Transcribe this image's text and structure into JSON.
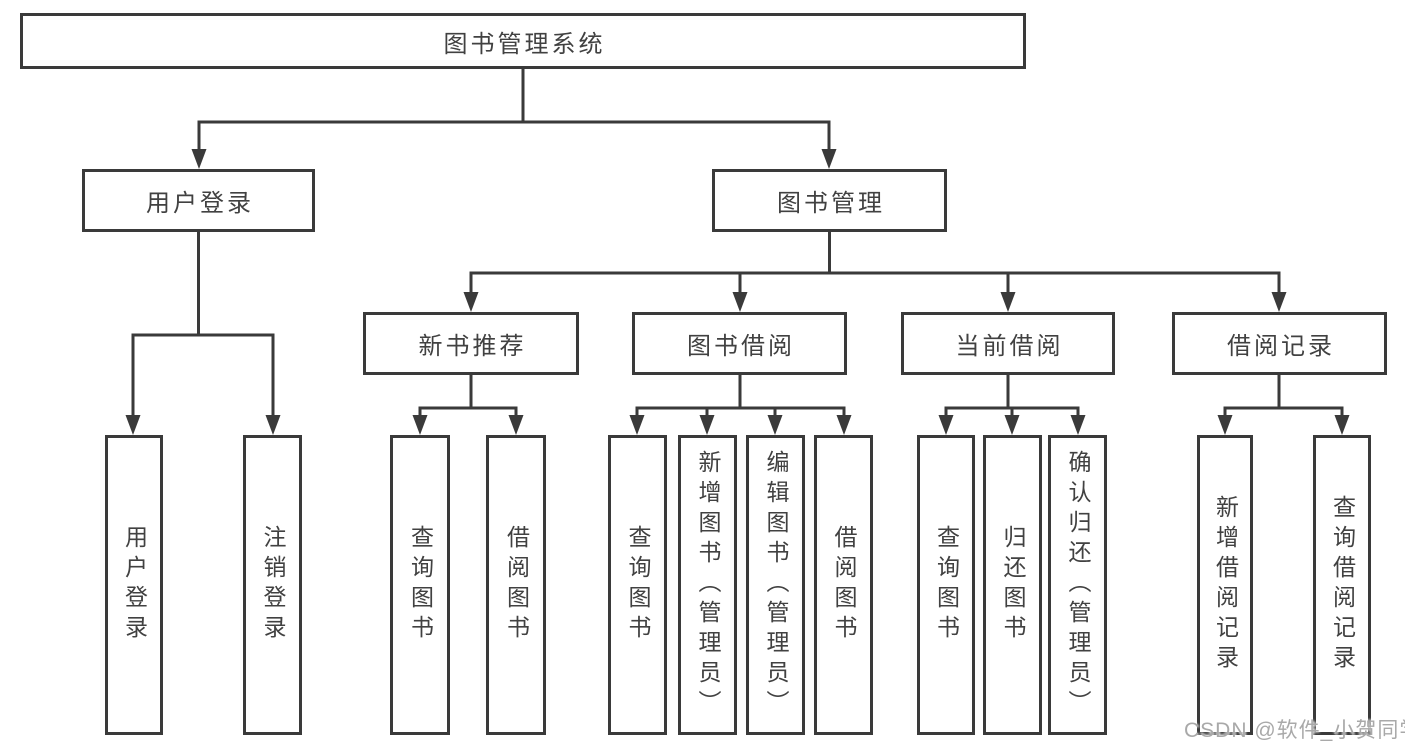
{
  "diagram": {
    "root": "图书管理系统",
    "branches": {
      "user_login": {
        "label": "用户登录",
        "children": [
          "用户登录",
          "注销登录"
        ]
      },
      "book_management": {
        "label": "图书管理",
        "sections": {
          "new_books": {
            "label": "新书推荐",
            "children": [
              "查询图书",
              "借阅图书"
            ]
          },
          "book_borrow": {
            "label": "图书借阅",
            "children": [
              "查询图书",
              "新增图书（管理员）",
              "编辑图书（管理员）",
              "借阅图书"
            ]
          },
          "current_borrow": {
            "label": "当前借阅",
            "children": [
              "查询图书",
              "归还图书",
              "确认归还（管理员）"
            ]
          },
          "borrow_records": {
            "label": "借阅记录",
            "children": [
              "新增借阅记录",
              "查询借阅记录"
            ]
          }
        }
      }
    },
    "line_color": "#3a3a3a",
    "text_color": "#414141"
  },
  "watermark": "CSDN @软件_小贺同学"
}
